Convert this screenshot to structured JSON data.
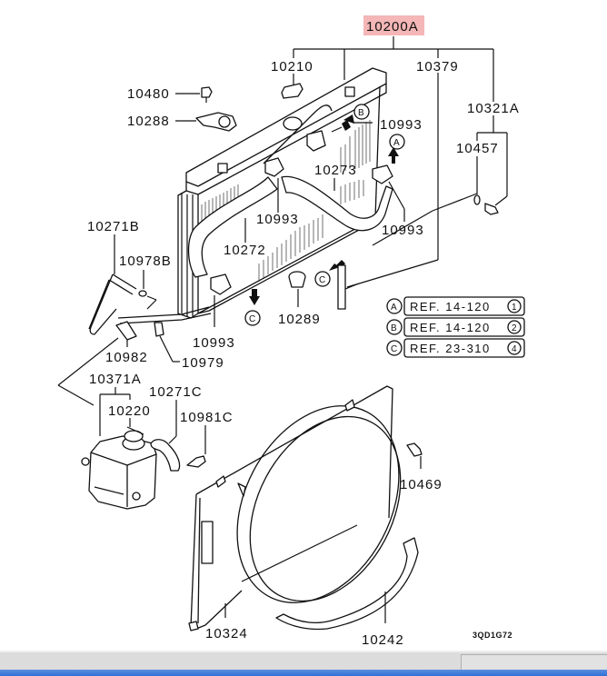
{
  "diagram": {
    "title_part": "10200A",
    "figure_code": "3QD1G72",
    "colors": {
      "highlight": "#f4b6b6",
      "line": "#111111",
      "taskbar": "#3a78d8",
      "statusbar": "#dcdcdc"
    },
    "part_labels": {
      "p10210": "10210",
      "p10379": "10379",
      "p10321A": "10321A",
      "p10480": "10480",
      "p10288": "10288",
      "p10993_top": "10993",
      "p10457": "10457",
      "p10273": "10273",
      "p10993_mid": "10993",
      "p10993_right": "10993",
      "p10271B": "10271B",
      "p10272": "10272",
      "p10978B": "10978B",
      "p10289": "10289",
      "p10993_low": "10993",
      "p10982": "10982",
      "p10979": "10979",
      "p10371A": "10371A",
      "p10271C": "10271C",
      "p10220": "10220",
      "p10981C": "10981C",
      "p10469": "10469",
      "p10324": "10324",
      "p10242": "10242"
    },
    "callouts": {
      "A": "A",
      "B": "B",
      "C": "C"
    },
    "references": [
      {
        "key": "A",
        "text": "REF. 14-120",
        "num": "1"
      },
      {
        "key": "B",
        "text": "REF. 14-120",
        "num": "2"
      },
      {
        "key": "C",
        "text": "REF. 23-310",
        "num": "4"
      }
    ]
  },
  "statusbar": {
    "text": ""
  }
}
